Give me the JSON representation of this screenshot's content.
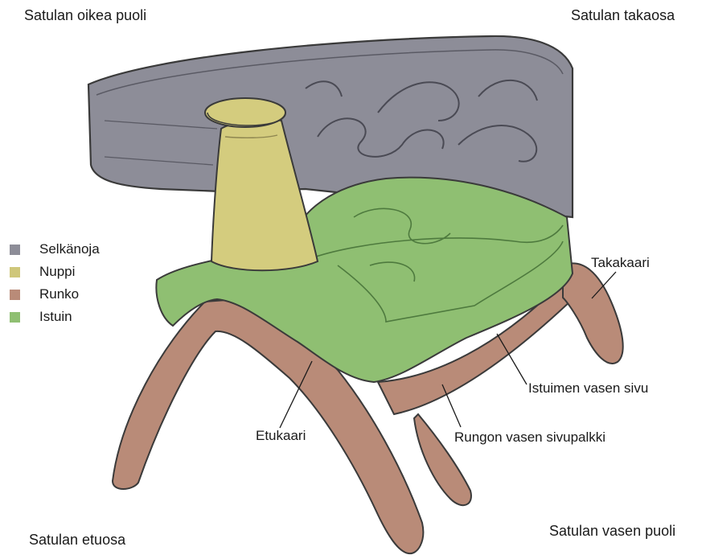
{
  "corners": {
    "top_left": "Satulan oikea puoli",
    "top_right": "Satulan takaosa",
    "bottom_left": "Satulan etuosa",
    "bottom_right": "Satulan vasen puoli"
  },
  "legend": [
    {
      "label": "Selkänoja",
      "color": "#8d8d98"
    },
    {
      "label": "Nuppi",
      "color": "#cfc77a"
    },
    {
      "label": "Runko",
      "color": "#b98b78"
    },
    {
      "label": "Istuin",
      "color": "#8fbf72"
    }
  ],
  "callouts": {
    "takakaari": "Takakaari",
    "istuimen_vasen_sivu": "Istuimen vasen sivu",
    "etukaari": "Etukaari",
    "rungon_vasen_sivupalkki": "Rungon vasen sivupalkki"
  },
  "colors": {
    "backrest": "#8d8d98",
    "knob": "#d4cc7e",
    "frame": "#b98b78",
    "seat": "#8fbf72",
    "outline": "#3a3a3a"
  }
}
